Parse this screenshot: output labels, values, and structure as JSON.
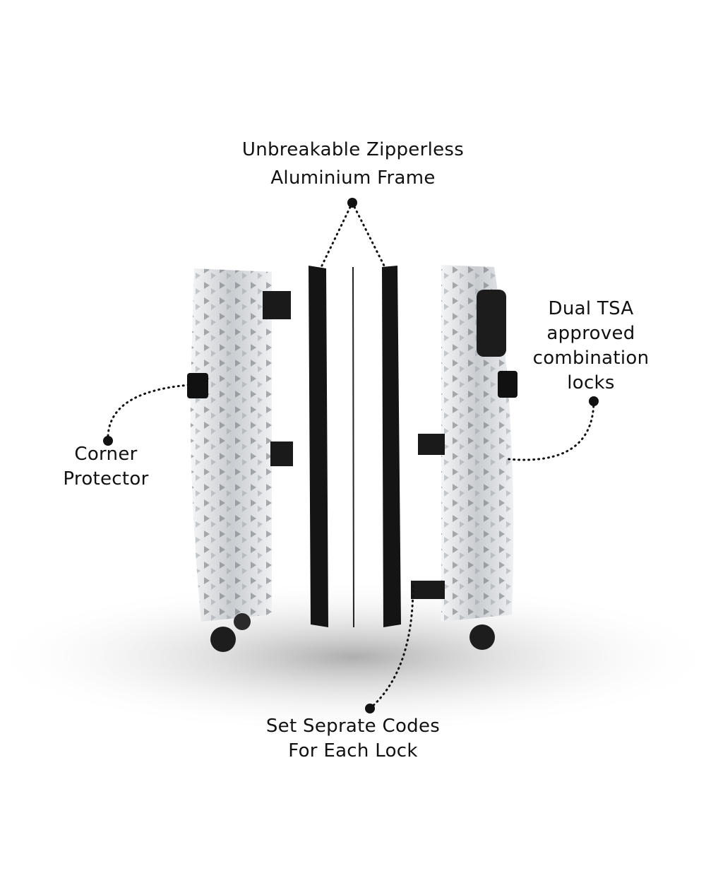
{
  "callouts": {
    "frame": {
      "lines": [
        "Unbreakable Zipperless",
        "Aluminium Frame"
      ]
    },
    "corner": {
      "lines": [
        "Corner",
        "Protector"
      ]
    },
    "locks": {
      "lines": [
        "Dual TSA",
        "approved",
        "combination",
        "locks"
      ]
    },
    "codes": {
      "lines": [
        "Set Seprate Codes",
        "For Each Lock"
      ]
    }
  },
  "colors": {
    "text": "#111111",
    "frame": "#141414",
    "shell": "#cfd2d6",
    "background": "#ffffff"
  }
}
